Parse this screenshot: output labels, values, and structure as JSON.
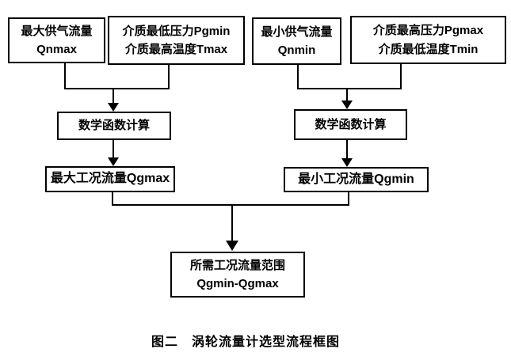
{
  "diagram": {
    "title": "涡轮流量计选型流程框图",
    "nodes": {
      "qnmax": {
        "line1": "最大供气流量",
        "line2": "Qnmax"
      },
      "pgmin_tmax": {
        "line1": "介质最低压力Pgmin",
        "line2": "介质最高温度Tmax"
      },
      "qnmin": {
        "line1": "最小供气流量",
        "line2": "Qnmin"
      },
      "pgmax_tmin": {
        "line1": "介质最高压力Pgmax",
        "line2": "介质最低温度Tmin"
      },
      "math_left": {
        "line1": "数学函数计算"
      },
      "math_right": {
        "line1": "数学函数计算"
      },
      "qgmax": {
        "line1": "最大工况流量Qgmax"
      },
      "qgmin": {
        "line1": "最小工况流量Qgmin"
      },
      "result": {
        "line1": "所需工况流量范围",
        "line2": "Qgmin-Qgmax"
      }
    },
    "caption": "图二　涡轮流量计选型流程框图",
    "colors": {
      "line": "#000000",
      "text": "#000000",
      "background": "#ffffff"
    }
  }
}
